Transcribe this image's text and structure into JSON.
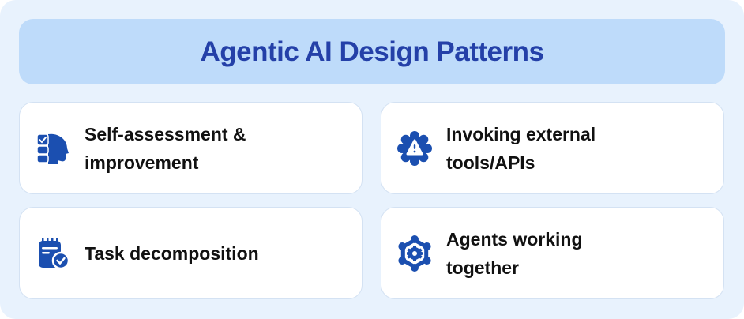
{
  "header": {
    "title": "Agentic AI Design Patterns"
  },
  "colors": {
    "background": "#e8f2fd",
    "header_bg": "#bedbfa",
    "title": "#2440a8",
    "icon": "#1b4fb0",
    "card_bg": "#ffffff",
    "card_border": "#d4e2f3"
  },
  "cards": [
    {
      "label": "Self-assessment &\nimprovement",
      "icon": "head-checklist-icon"
    },
    {
      "label": "Invoking external\ntools/APIs",
      "icon": "gear-warning-icon"
    },
    {
      "label": "Task decomposition",
      "icon": "notepad-check-icon"
    },
    {
      "label": "Agents working\ntogether",
      "icon": "network-gear-icon"
    }
  ]
}
